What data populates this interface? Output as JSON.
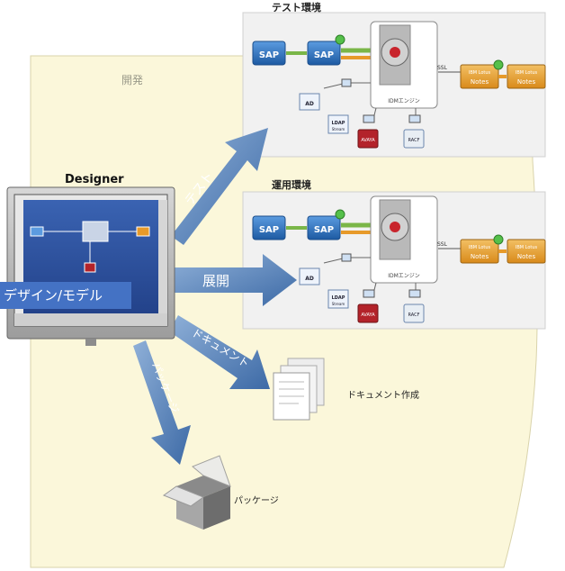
{
  "labels": {
    "dev_area": "開発",
    "test_env": "テスト環境",
    "ops_env": "運用環境",
    "designer": "Designer",
    "design_model": "デザイン/モデル",
    "arrow_test": "テスト",
    "arrow_deploy": "展開",
    "arrow_docs": "ドキュメント",
    "arrow_package": "パッケージ",
    "doc_caption": "ドキュメント作成",
    "pkg_caption": "パッケージ"
  },
  "environments": [
    {
      "key": "test",
      "sap1": "SAP",
      "sap2": "SAP",
      "engine": "IDMエンジン",
      "ssl": "SSL",
      "notes_brand": "IBM Lotus",
      "notes1": "Notes",
      "notes2": "Notes",
      "ad": "AD",
      "ldap": "LDAP",
      "ldap_sub": "Stream",
      "avaya": "AVAYA",
      "racf": "RACF"
    },
    {
      "key": "ops",
      "sap1": "SAP",
      "sap2": "SAP",
      "engine": "IDMエンジン",
      "ssl": "SSL",
      "notes_brand": "IBM Lotus",
      "notes1": "Notes",
      "notes2": "Notes",
      "ad": "AD",
      "ldap": "LDAP",
      "ldap_sub": "Stream",
      "avaya": "AVAYA",
      "racf": "RACF"
    }
  ],
  "colors": {
    "dev_area": "#fbf7da",
    "env_panel": "#f1f1f1",
    "arrow": "#4f7fb8",
    "sap": "#2b6fb8",
    "notes": "#e79a2a",
    "screen": "#2d4f99"
  }
}
